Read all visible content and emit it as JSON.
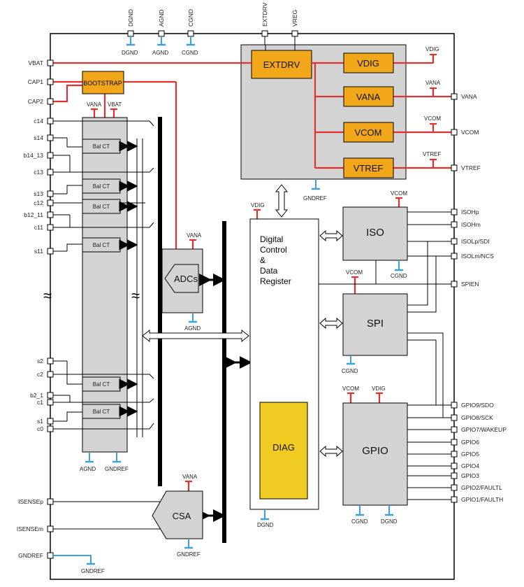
{
  "colors": {
    "power": "#e03030",
    "ground": "#3ba3d8",
    "orange": "#f2a71b",
    "yellow": "#f0cc22",
    "gray": "#d3d3d3"
  },
  "top_pins": [
    "DGND",
    "AGND",
    "CGND",
    "EXTDRV",
    "VREG"
  ],
  "top_ground_labels": [
    "DGND",
    "AGND",
    "CGND"
  ],
  "left_pins": [
    "VBAT",
    "CAP1",
    "CAP2",
    "c14",
    "s14",
    "b14_13",
    "c13",
    "s13",
    "c12",
    "b12_11",
    "c11",
    "s11",
    "s2",
    "c2",
    "b2_1",
    "c1",
    "s1",
    "c0",
    "ISENSEp",
    "ISENSEm",
    "GNDREF"
  ],
  "right_pins": [
    "VANA",
    "VCOM",
    "VTREF",
    "ISOHp",
    "ISOHm",
    "ISOLp/SDI",
    "ISOLm/NCS",
    "SPIEN",
    "GPIO9/SDO",
    "GPIO8/SCK",
    "GPIO7/WAKEUP",
    "GPIO6",
    "GPIO5",
    "GPIO4",
    "GPIO3",
    "GPIO2/FAULTL",
    "GPIO1/FAULTH"
  ],
  "blocks": {
    "extdrv": "EXTDRV",
    "vdig": "VDIG",
    "vana": "VANA",
    "vcom": "VCOM",
    "vtref": "VTREF",
    "bootstrap": "BOOTSTRAP",
    "adcs": "ADCs",
    "csa": "CSA",
    "iso": "ISO",
    "spi": "SPI",
    "gpio": "GPIO",
    "diag": "DIAG",
    "balct": "Bal CT",
    "digital_control": [
      "Digital",
      "Control",
      "&",
      "Data",
      "Register"
    ]
  },
  "supply_labels": {
    "vdig_out": "VDIG",
    "vana_out": "VANA",
    "vcom_out": "VCOM",
    "vtref_out": "VTREF",
    "extdrv_gnd": "GNDREF",
    "bal_vana": "VANA",
    "bal_vbat": "VBAT",
    "bal_agnd": "AGND",
    "bal_gndref": "GNDREF",
    "adc_vana": "VANA",
    "adc_agnd": "AGND",
    "csa_vana": "VANA",
    "csa_gndref": "GNDREF",
    "dig_vdig": "VDIG",
    "dig_dgnd": "DGND",
    "iso_vcom": "VCOM",
    "iso_cgnd": "CGND",
    "spi_vcom": "VCOM",
    "spi_cgnd": "CGND",
    "gpio_vcom": "VCOM",
    "gpio_vdig": "VDIG",
    "gpio_cgnd": "CGND",
    "gpio_dgnd": "DGND",
    "gndref_gnd": "GNDREF"
  }
}
